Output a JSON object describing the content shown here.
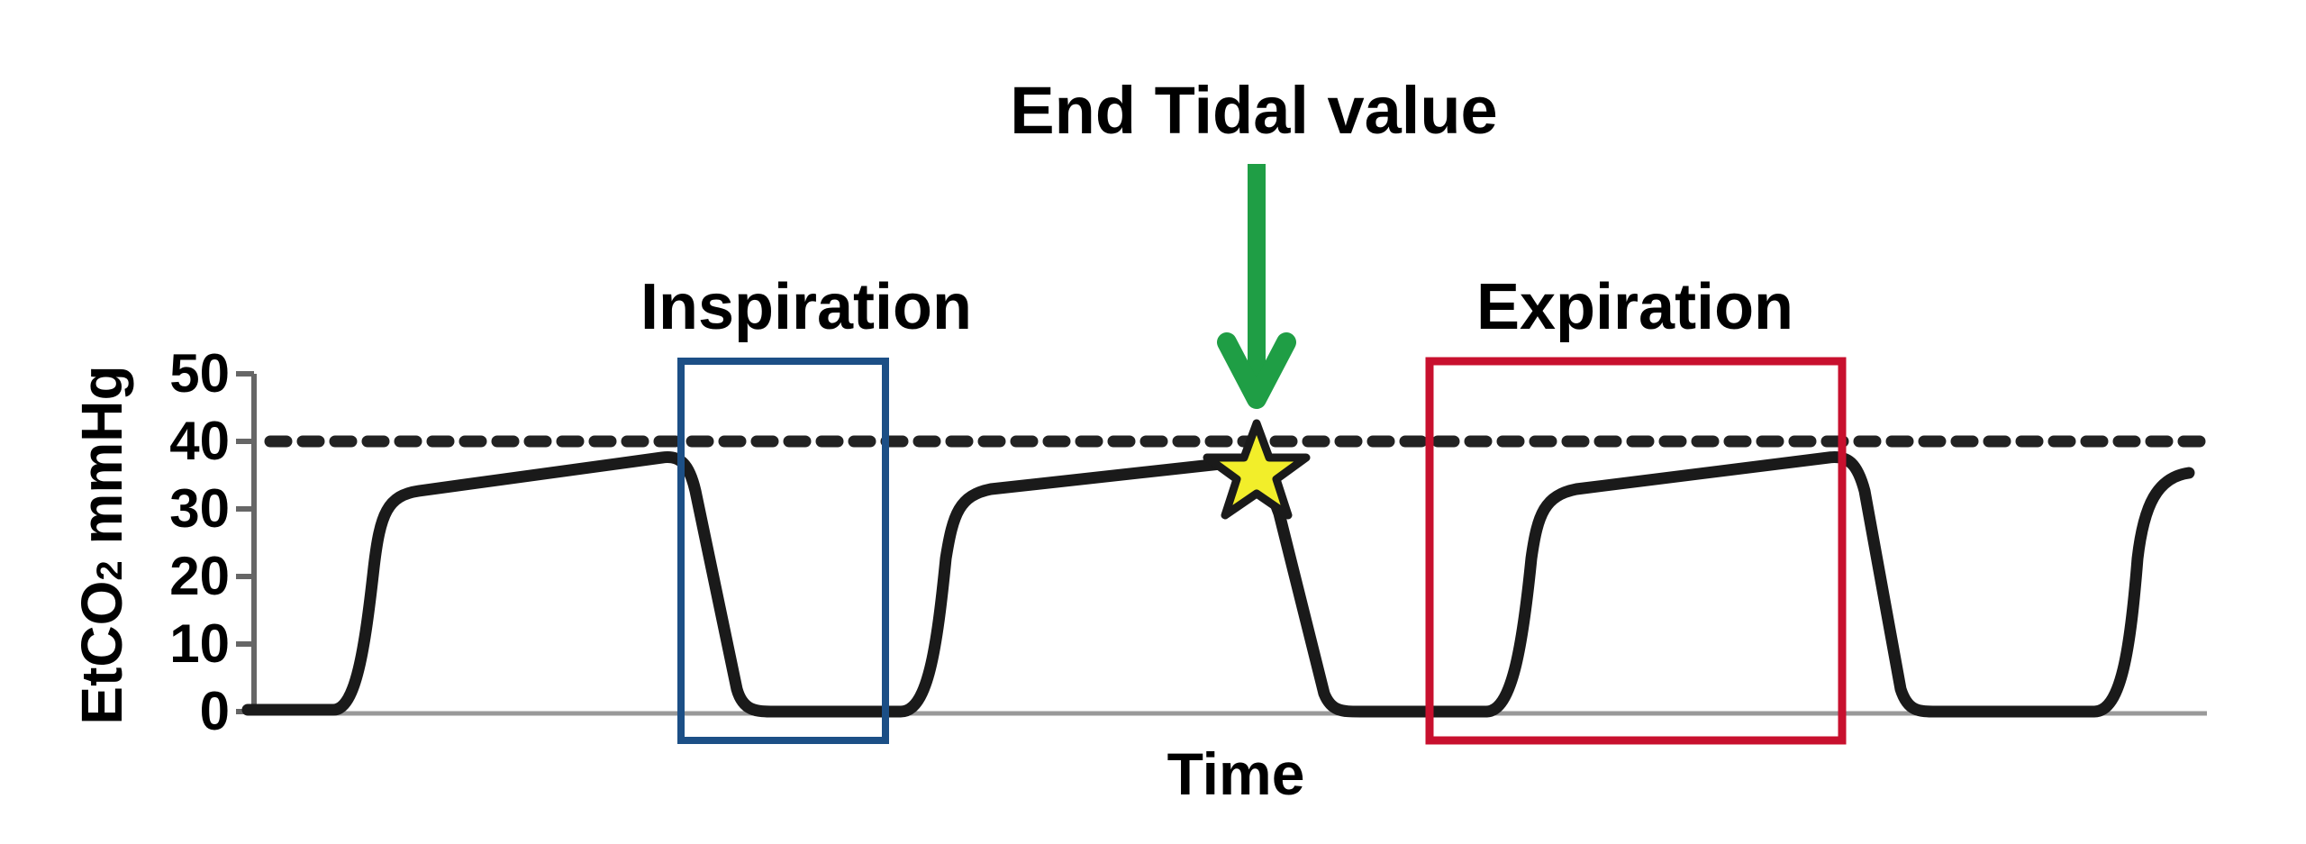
{
  "title": "End Tidal value",
  "annotations": {
    "inspiration": "Inspiration",
    "expiration": "Expiration"
  },
  "axes": {
    "xlabel": "Time",
    "ylabel_main": "EtCO",
    "ylabel_sub": "2",
    "ylabel_unit": " mmHg",
    "yticks": [
      "0",
      "10",
      "20",
      "30",
      "40",
      "50"
    ]
  },
  "reference_line_value": 40,
  "colors": {
    "waveform": "#1a1a1a",
    "inspiration_box": "#1c4f86",
    "expiration_box": "#c8102e",
    "arrow": "#1f9e45",
    "star": "#f2ee2a"
  },
  "icons": {
    "marker": "star-icon",
    "pointer": "arrow-down-icon"
  }
}
